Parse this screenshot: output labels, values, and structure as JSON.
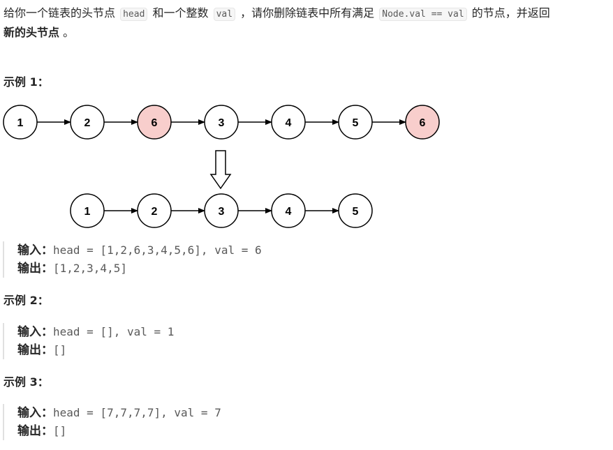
{
  "description": {
    "part1": "给你一个链表的头节点 ",
    "code_head": "head",
    "part2": " 和一个整数 ",
    "code_val": "val",
    "part3": " ，请你删除链表中所有满足 ",
    "code_cond": "Node.val == val",
    "part4": " 的节点，并返回 ",
    "bold": "新的头节点",
    "part5": " 。"
  },
  "examples": [
    {
      "title": "示例 1：",
      "input_label": "输入：",
      "input": "head = [1,2,6,3,4,5,6], val = 6",
      "output_label": "输出：",
      "output": "[1,2,3,4,5]"
    },
    {
      "title": "示例 2：",
      "input_label": "输入：",
      "input": "head = [], val = 1",
      "output_label": "输出：",
      "output": "[]"
    },
    {
      "title": "示例 3：",
      "input_label": "输入：",
      "input": "head = [7,7,7,7], val = 7",
      "output_label": "输出：",
      "output": "[]"
    }
  ],
  "diagram": {
    "before": [
      "1",
      "2",
      "6",
      "3",
      "4",
      "5",
      "6"
    ],
    "removed": [
      false,
      false,
      true,
      false,
      false,
      false,
      true
    ],
    "after": [
      "1",
      "2",
      "3",
      "4",
      "5"
    ],
    "highlight_color": "#f8cecc",
    "node_color": "#ffffff",
    "stroke_color": "#000000"
  }
}
